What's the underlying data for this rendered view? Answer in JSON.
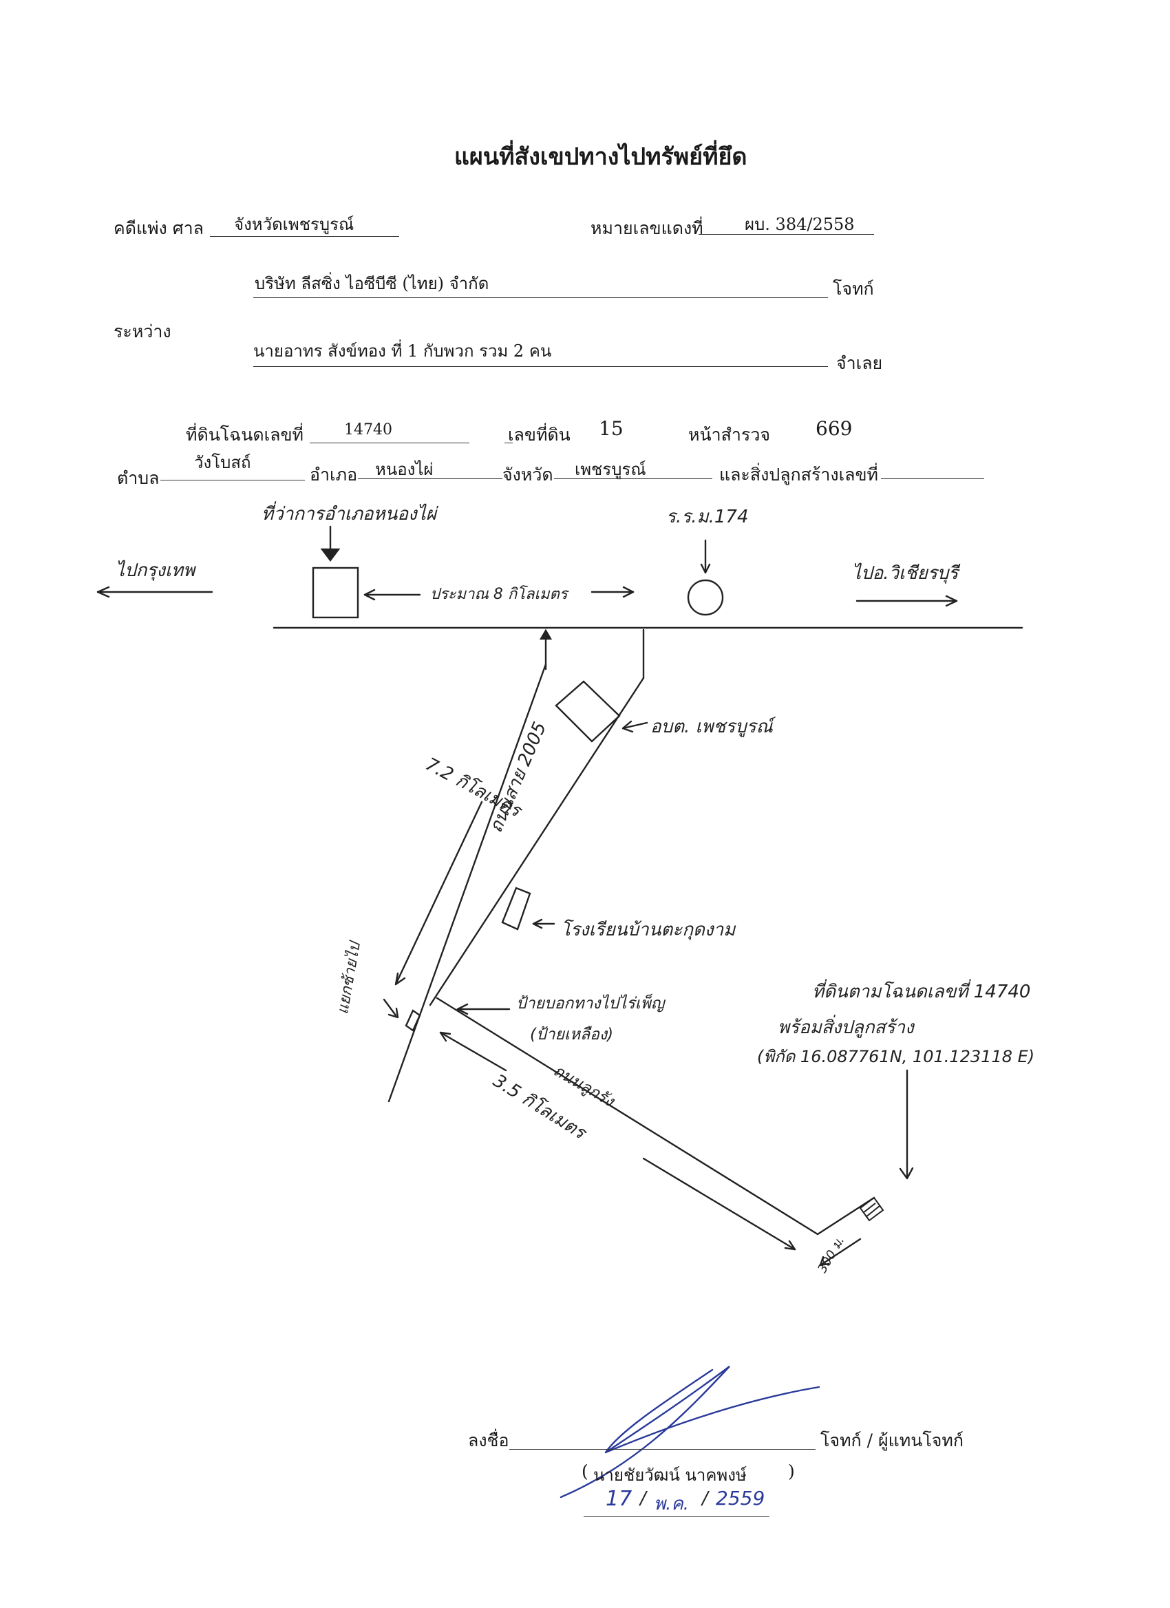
{
  "document": {
    "title": "แผนที่สังเขปทางไปทรัพย์ที่ยึด",
    "case_label": "คดีแพ่ง ศาล",
    "court": "จังหวัดเพชรบูรณ์",
    "case_no_label": "หมายเลขแดงที่",
    "case_no": "ผบ. 384/2558",
    "between_label": "ระหว่าง",
    "plaintiff": "บริษัท  ลีสซิ่ง  ไอซีบีซี (ไทย)  จำกัด",
    "plaintiff_role": "โจทก์",
    "defendant": "นายอาทร   สังข์ทอง  ที่ 1 กับพวก รวม 2  คน",
    "defendant_role": "จำเลย"
  },
  "land": {
    "deed_label": "ที่ดินโฉนดเลขที่",
    "deed_no": "14740",
    "land_no_label": "เลขที่ดิน",
    "land_no": "15",
    "survey_label": "หน้าสำรวจ",
    "survey_no": "669",
    "subdistrict_label": "ตำบล",
    "subdistrict": "วังโบสถ์",
    "district_label": "อำเภอ",
    "district": "หนองไผ่",
    "province_label": "จังหวัด",
    "province": "เพชรบูรณ์",
    "building_label": "และสิ่งปลูกสร้างเลขที่"
  },
  "map_labels": {
    "district_office": "ที่ว่าการอำเภอหนองไผ่",
    "school": "ร.ร.ม.174",
    "to_bangkok": "ไปกรุงเทพ",
    "to_wichianburi": "ไปอ.วิเชียรบุรี",
    "distance_main": "ประมาณ 8 กิโลเมตร",
    "tambon_office": "อบต. เพชรบูรณ์",
    "road_2005": "ถนนสาย 2005",
    "km_72": "7.2 กิโลเมตร",
    "school_lower": "โรงเรียนบ้านตะกุดงาม",
    "junction_sign": "ป้ายบอกทางไปไร่เพ็ญ",
    "junction_sign_sub": "(ป้ายเหลือง)",
    "dirt_road": "ถนนลูกรัง",
    "km_35": "3.5 กิโลเมตร",
    "side_label": "แยกซ้ายไป",
    "target_line1": "ที่ดินตามโฉนดเลขที่ 14740",
    "target_line2": "พร้อมสิ่งปลูกสร้าง",
    "target_coords": "(พิกัด 16.087761N, 101.123118 E)",
    "target_dist": "300 ม."
  },
  "signature": {
    "sign_label": "ลงชื่อ",
    "role": "โจทก์ / ผู้แทนโจทก์",
    "name": "นายชัยวัฒน์  นาคพงษ์",
    "date_day": "17",
    "date_month": "พ.ค.",
    "date_year": "2559"
  }
}
